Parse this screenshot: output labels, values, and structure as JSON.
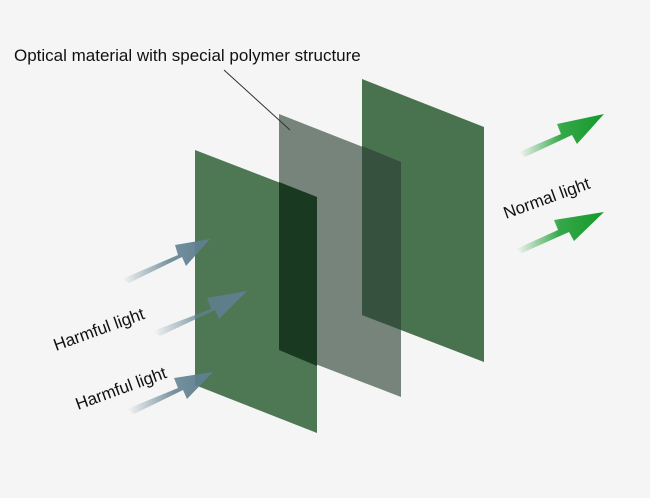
{
  "caption": "Optical material with special polymer structure",
  "harmful_labels": [
    "Harmful light",
    "Harmful light"
  ],
  "normal_label": "Normal light",
  "colors": {
    "background": "#f5f5f5",
    "green_panel": "#3f6b45",
    "gray_panel": "#6a7a70",
    "panel_overlap": "#16361c",
    "harmful_arrow": "#5f7f8f",
    "normal_arrow": "#139a2a",
    "text": "#111111",
    "leader_line": "#333333"
  },
  "icons": {
    "harmful_arrow": "arrow-right-icon",
    "normal_arrow": "arrow-right-icon"
  }
}
